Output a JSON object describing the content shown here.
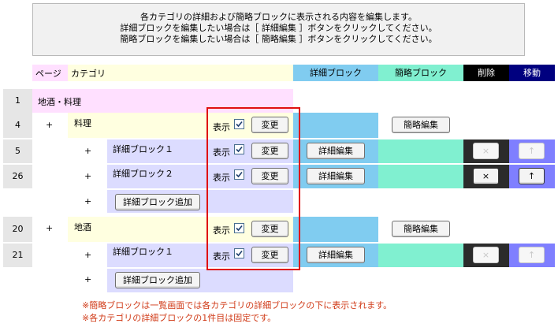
{
  "info_lines": [
    "各カテゴリの詳細および簡略ブロックに表示される内容を編集します。",
    "詳細ブロックを編集したい場合は［ 詳細編集 ］ボタンをクリックしてください。",
    "簡略ブロックを編集したい場合は［ 簡略編集 ］ボタンをクリックしてください。"
  ],
  "headers": {
    "page": "ページ",
    "category": "カテゴリ",
    "detail_block": "詳細ブロック",
    "simple_block": "簡略ブロック",
    "delete": "削除",
    "move": "移動"
  },
  "rows": {
    "r1": {
      "num": "1",
      "name": "地酒・料理"
    },
    "r4": {
      "num": "4",
      "plus": "+",
      "name": "料理",
      "show": "表示",
      "change": "変更",
      "simple_edit": "簡略編集"
    },
    "r5": {
      "num": "5",
      "plus": "+",
      "name": "詳細ブロック１",
      "show": "表示",
      "change": "変更",
      "detail_edit": "詳細編集",
      "del": "×",
      "move": "↑"
    },
    "r26": {
      "num": "26",
      "plus": "+",
      "name": "詳細ブロック２",
      "show": "表示",
      "change": "変更",
      "detail_edit": "詳細編集",
      "del": "×",
      "move": "↑"
    },
    "add1": {
      "plus": "+",
      "add_btn": "詳細ブロック追加"
    },
    "r20": {
      "num": "20",
      "plus": "+",
      "name": "地酒",
      "show": "表示",
      "change": "変更",
      "simple_edit": "簡略編集"
    },
    "r21": {
      "num": "21",
      "plus": "+",
      "name": "詳細ブロック１",
      "show": "表示",
      "change": "変更",
      "detail_edit": "詳細編集",
      "del": "×",
      "move": "↑"
    },
    "add2": {
      "plus": "+",
      "add_btn": "詳細ブロック追加"
    }
  },
  "notes": [
    "※簡略ブロックは一覧画面では各カテゴリの詳細ブロックの下に表示されます。",
    "※各カテゴリの詳細ブロックの1件目は固定です。"
  ],
  "colors": {
    "page_header": "#ffe0ff",
    "category_header": "#ffffe0",
    "detail_block": "#80ccf0",
    "simple_block": "#80f0d0",
    "delete_col": "#000000",
    "move_col": "#00007f",
    "move_body": "#7f7fff",
    "block_name": "#dcdcff",
    "highlight": "#e01010",
    "note": "#d03a17"
  }
}
